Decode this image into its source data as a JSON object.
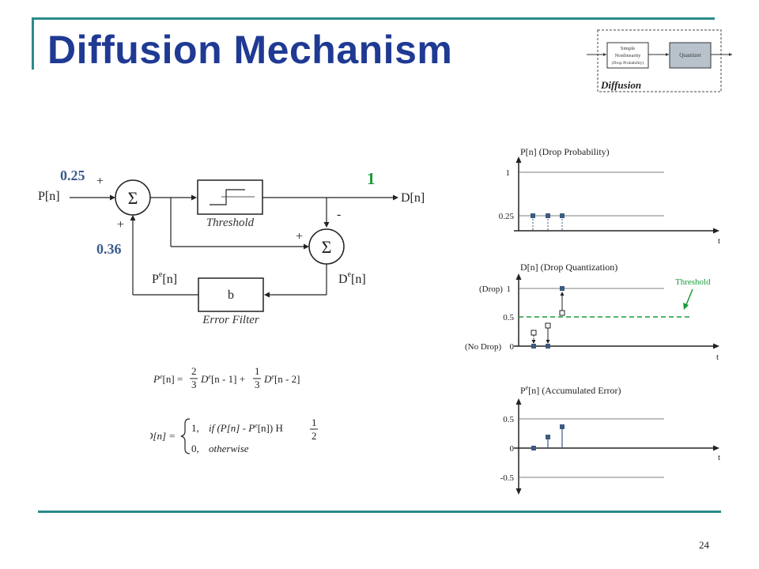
{
  "slide": {
    "title": "Diffusion Mechanism",
    "page_number": "24"
  },
  "inset": {
    "block1_line1": "Simple",
    "block1_line2": "Nonlinearity",
    "block1_line3": "(Drop Probability)",
    "block2": "Quantizer",
    "label": "Diffusion"
  },
  "block_diagram": {
    "input_value": "0.25",
    "input_label": "P[n]",
    "plus_top": "+",
    "plus_bottom": "+",
    "feedback_value": "0.36",
    "sum_symbol": "Σ",
    "threshold_label": "Threshold",
    "output_value": "1",
    "output_label": "D[n]",
    "minus_sign": "-",
    "plus_right": "+",
    "error_left_main": "P",
    "error_left_sup": "e",
    "error_left_arg": "[n]",
    "error_right_main": "D",
    "error_right_sup": "e",
    "error_right_arg": "[n]",
    "filter_coef": "b",
    "filter_label": "Error Filter"
  },
  "equations": {
    "eq1_lhs": "P",
    "eq1_lhs_sup": "e",
    "eq1_lhs_arg": "[n] =",
    "eq1_frac1_num": "2",
    "eq1_frac1_den": "3",
    "eq1_term1_main": "D",
    "eq1_term1_sup": "e",
    "eq1_term1_arg": "[n -  1] +",
    "eq1_frac2_num": "1",
    "eq1_frac2_den": "3",
    "eq1_term2_main": "D",
    "eq1_term2_sup": "e",
    "eq1_term2_arg": "[n -  2]",
    "eq2_lhs": "D[n] =",
    "eq2_case1_val": "1,",
    "eq2_case1_cond": "if (P[n]  -  P",
    "eq2_case1_sup": "e",
    "eq2_case1_rest": "[n])  H",
    "eq2_frac_num": "1",
    "eq2_frac_den": "2",
    "eq2_case2_val": "0,",
    "eq2_case2_cond": "otherwise"
  },
  "plots": {
    "plot1": {
      "title": "P[n]  (Drop Probability)",
      "tick_1": "1",
      "tick_025": "0.25",
      "x_label": "t"
    },
    "plot2": {
      "title": "D[n]  (Drop Quantization)",
      "tick_drop": "(Drop)",
      "tick_1": "1",
      "tick_05": "0.5",
      "tick_nodrop": "(No Drop)",
      "tick_0": "0",
      "threshold_label": "Threshold",
      "x_label": "t",
      "threshold_color": "#1a9a3a"
    },
    "plot3": {
      "title_main": "P",
      "title_sup": "e",
      "title_rest": "[n]  (Accumulated Error)",
      "tick_05": "0.5",
      "tick_0": "0",
      "tick_m05": "-0.5",
      "x_label": "t"
    }
  },
  "colors": {
    "title": "#1f3a93",
    "accent_rule": "#2a8a8a",
    "numbers": "#3b5b8c",
    "output_one": "#1a9a3a",
    "markers": "#3d5a80"
  }
}
